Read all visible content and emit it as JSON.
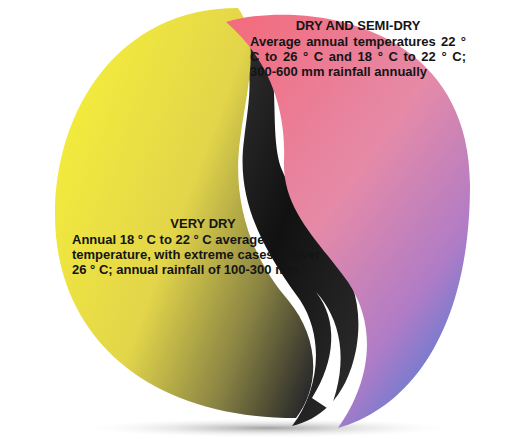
{
  "diagram": {
    "nodes": [
      {
        "text": [
          "DRY AND SEMI-DRY",
          "Average annual temperatures 22 ° C to 26 ° C and 18 ° C to 22 ° C; 300-600 mm rainfall annually"
        ]
      },
      {
        "text": [
          "VERY DRY",
          "Annual 18 ° C to 22 ° C average temperature, with extreme cases of over 26 ° C; annual rainfall of 100-300 mm"
        ]
      }
    ]
  }
}
